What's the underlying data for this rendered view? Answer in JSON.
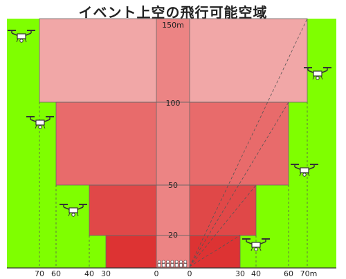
{
  "title": "イベント上空の飛行可能空域",
  "colors": {
    "background": "#7fff00",
    "tier_outer": "#f1a7a7",
    "tier_second": "#e86b6b",
    "tier_third": "#e04848",
    "tier_inner": "#dd3333",
    "column": "#ec8484",
    "line": "#555555"
  },
  "altitude_labels": {
    "top": "150m",
    "mid_high": "100",
    "mid": "50",
    "low": "20"
  },
  "distance_labels": {
    "left": [
      "70",
      "60",
      "40",
      "30",
      "0"
    ],
    "right": [
      "0",
      "30",
      "40",
      "60",
      "70m"
    ]
  },
  "crowd_icon": "people-crowd-icon",
  "drone_icon": "quadcopter-drone-icon",
  "drone_count": 6
}
